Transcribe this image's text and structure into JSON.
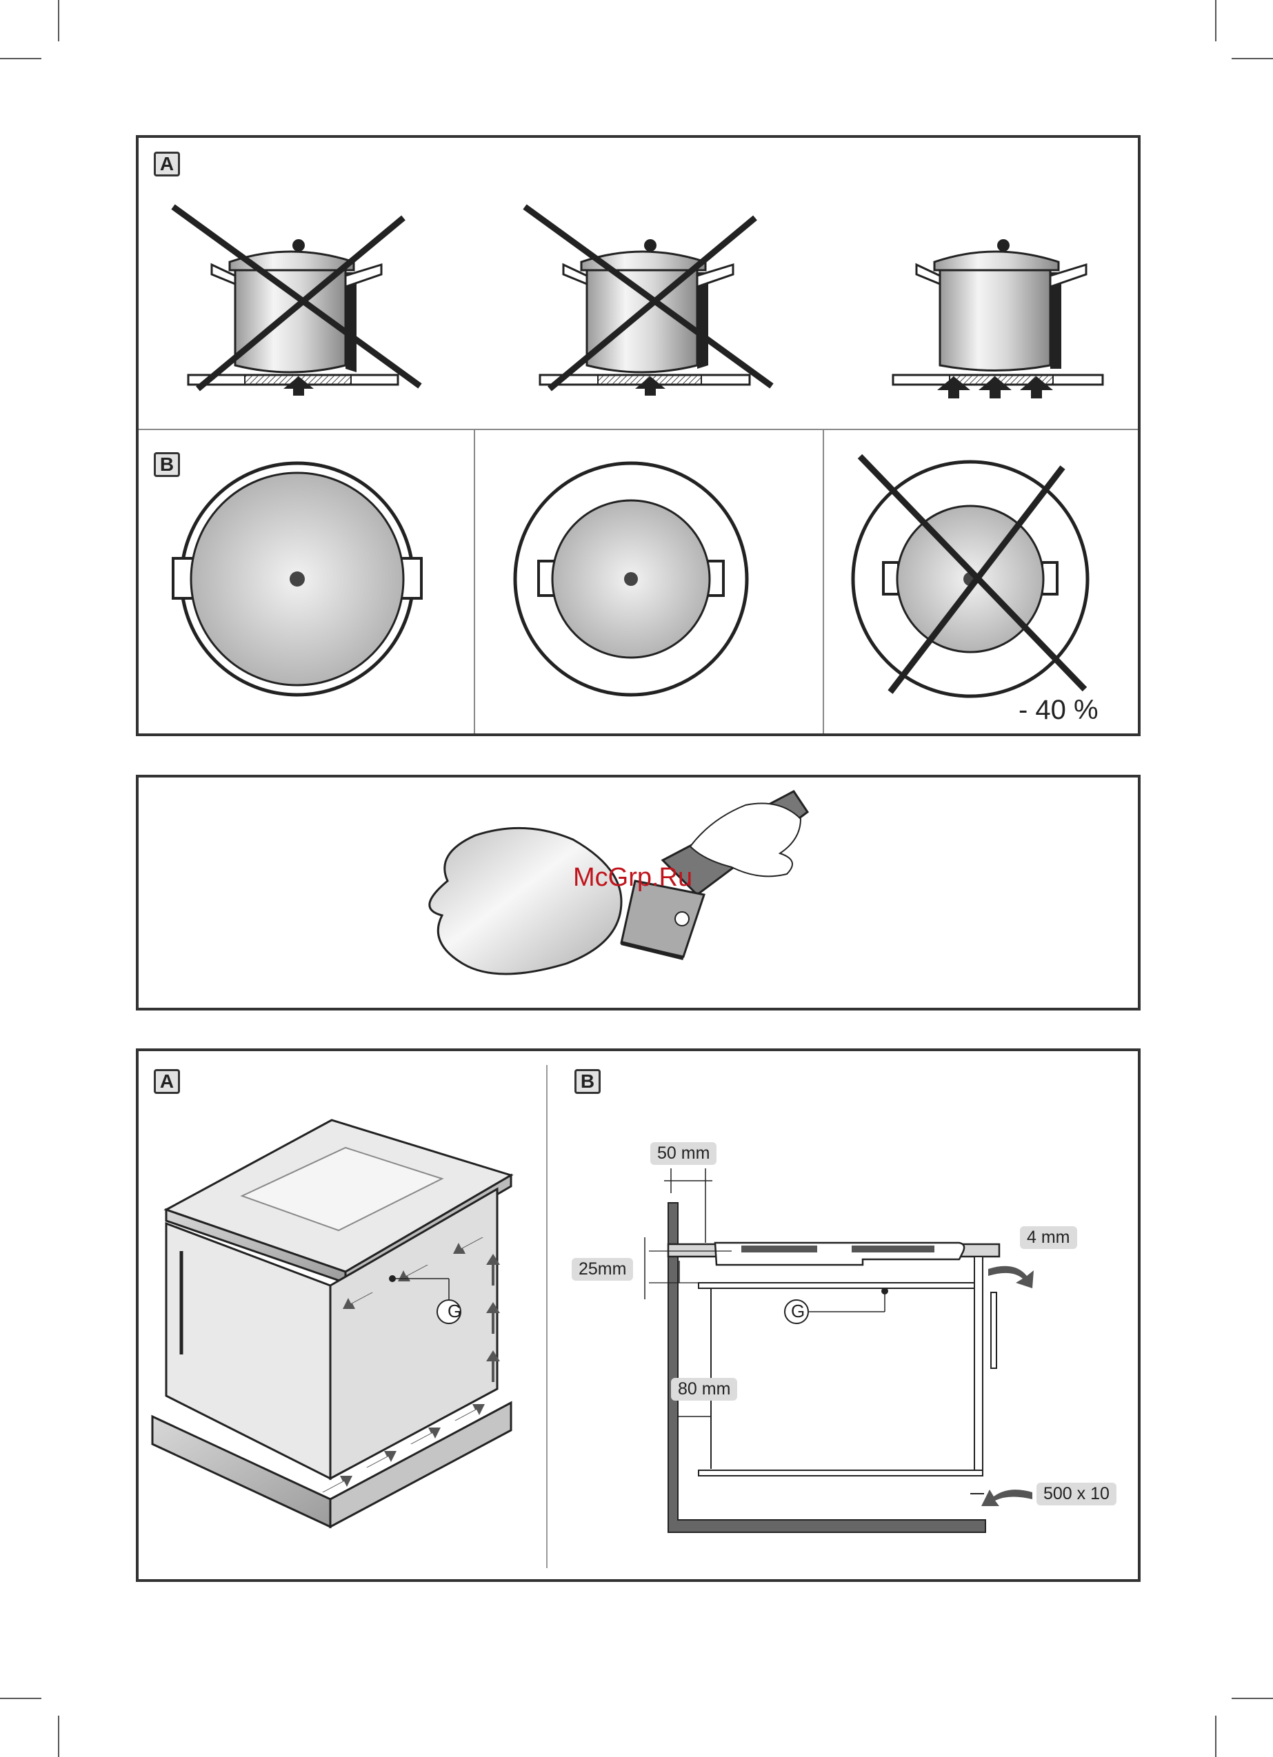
{
  "figure1": {
    "label_a": "A",
    "label_b": "B",
    "reduction_label": "- 40 %"
  },
  "figure2": {
    "watermark": "McGrp.Ru"
  },
  "figure3": {
    "label_a": "A",
    "label_b": "B",
    "marker_g": "G",
    "dim_50": "50 mm",
    "dim_25": "25mm",
    "dim_80": "80 mm",
    "dim_4": "4 mm",
    "dim_500": "500 x 10"
  }
}
